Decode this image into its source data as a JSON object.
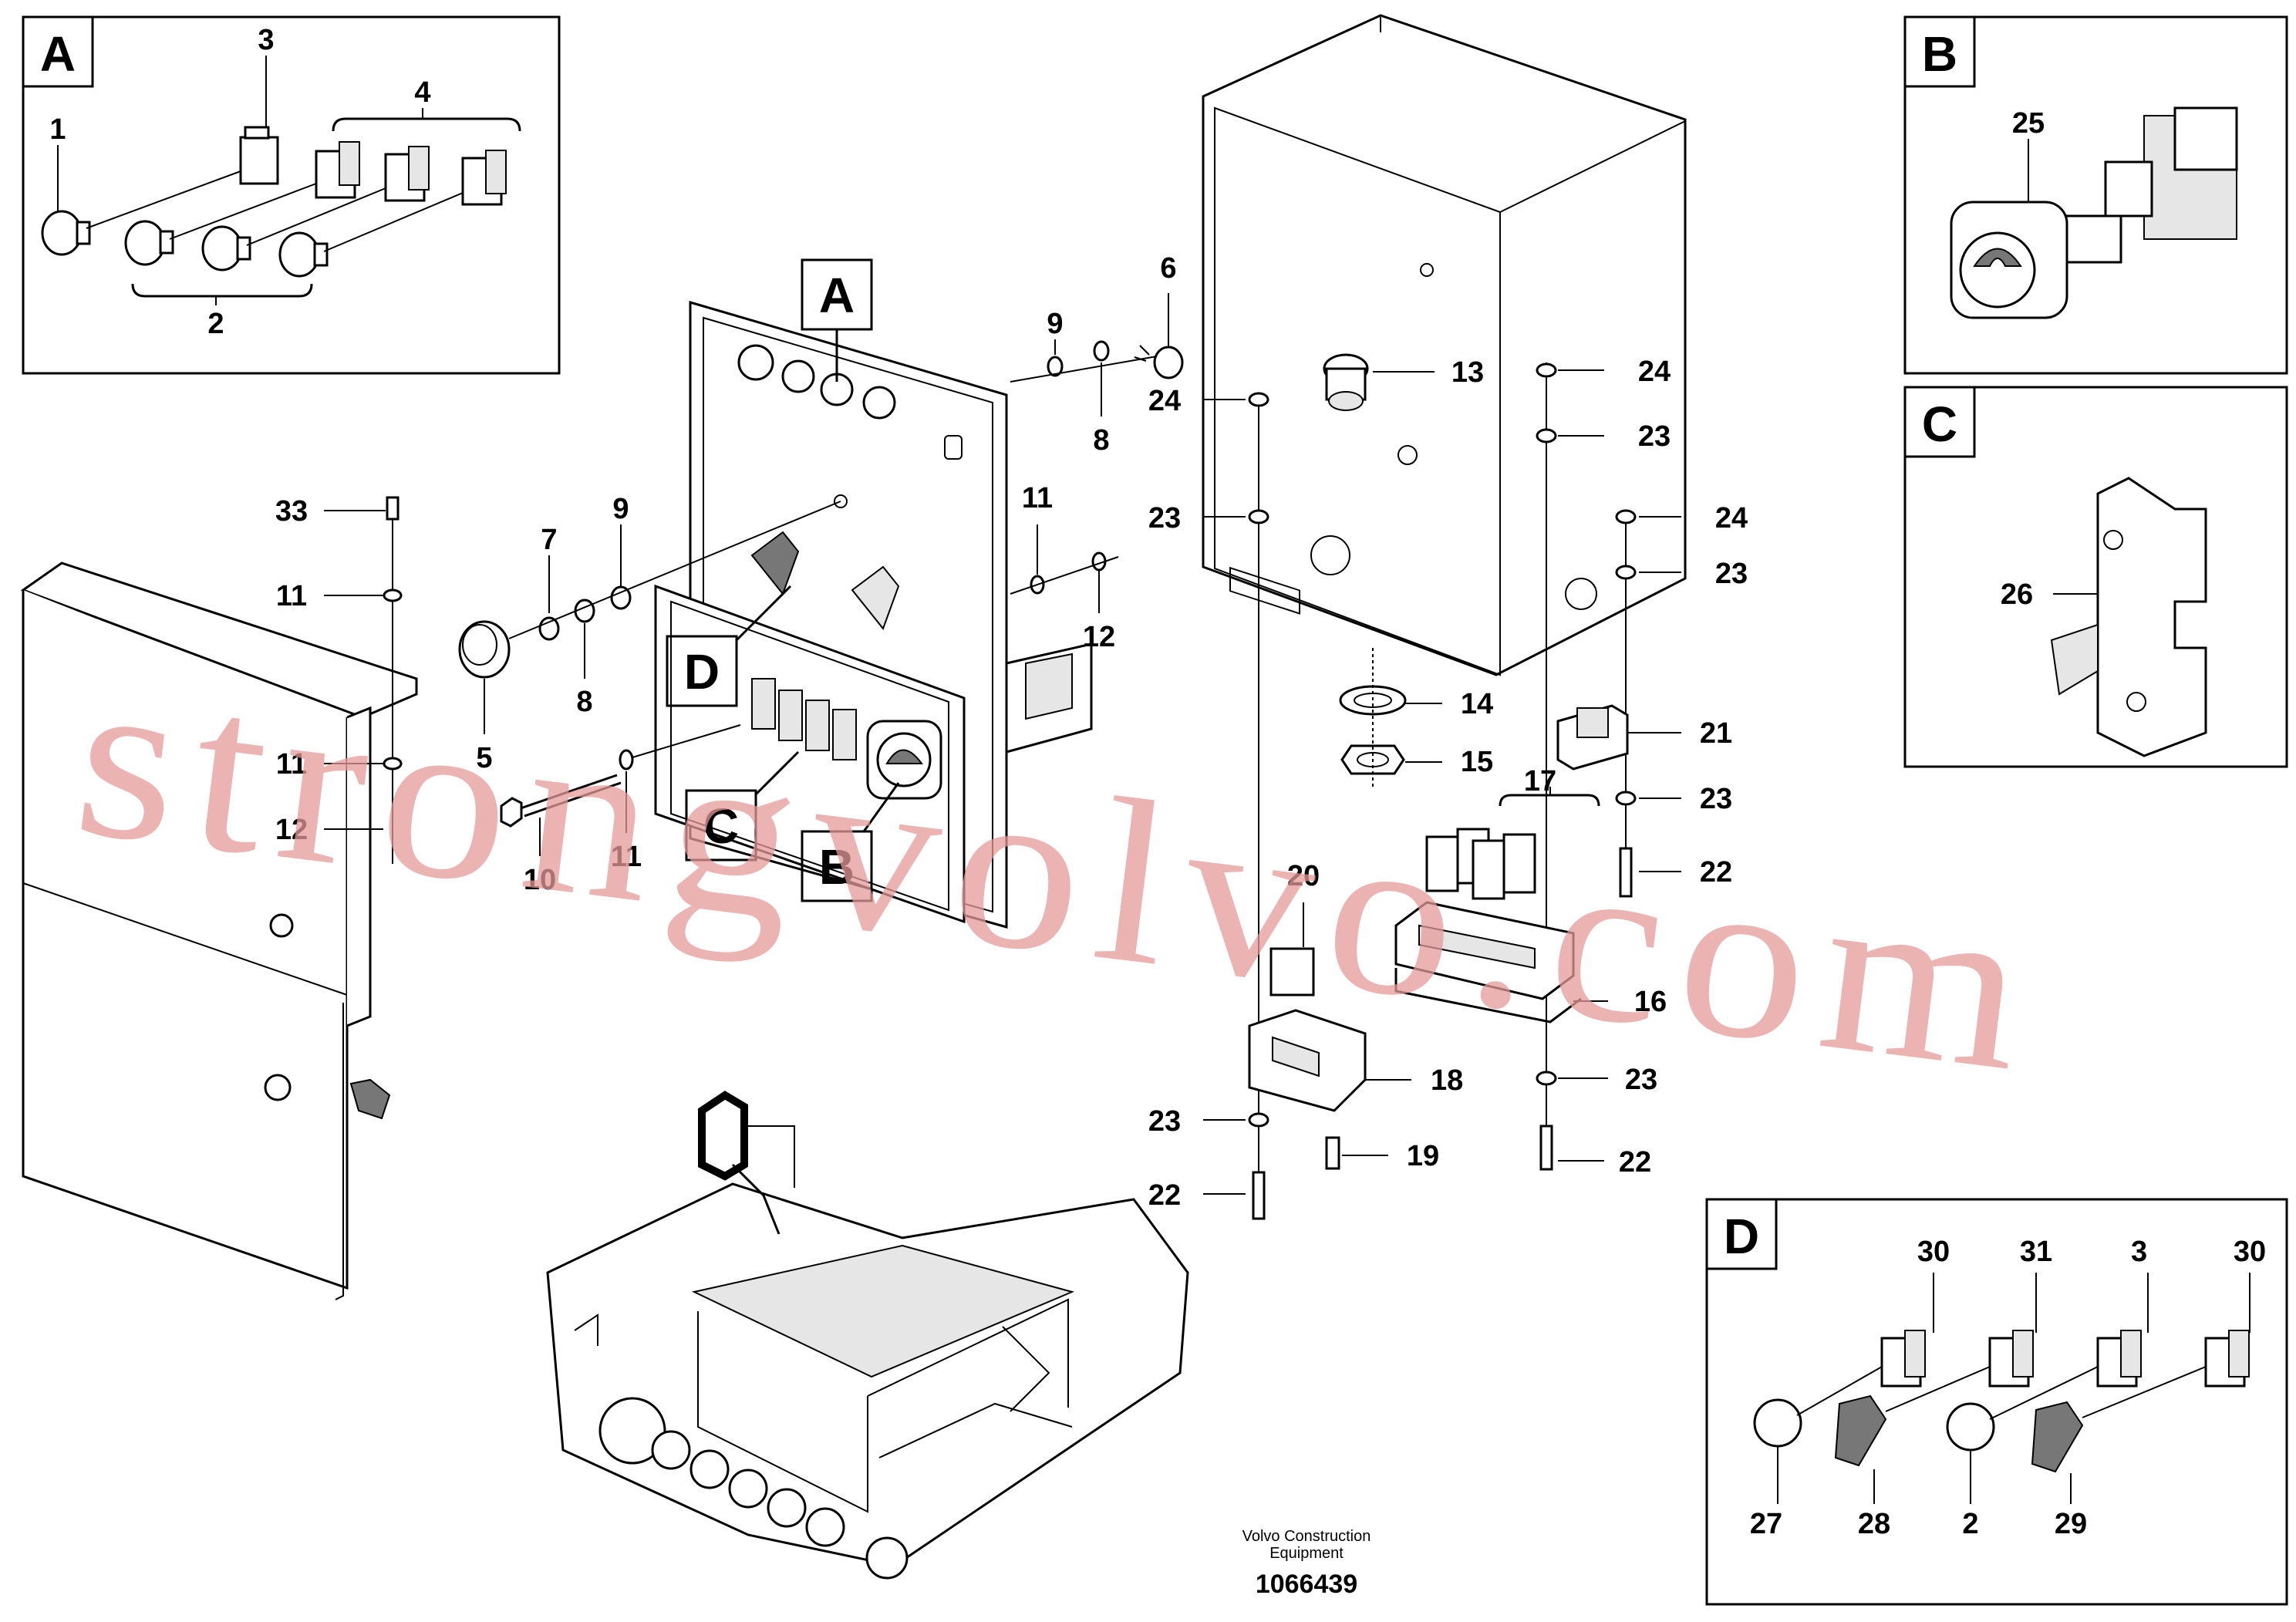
{
  "detail_boxes": {
    "a": "A",
    "b": "B",
    "c": "C",
    "d": "D"
  },
  "callout_labels": {
    "a": "A",
    "b": "B",
    "c": "C",
    "d": "D"
  },
  "part_numbers": {
    "p1": "1",
    "p2": "2",
    "p3": "3",
    "p4": "4",
    "p5": "5",
    "p6": "6",
    "p7": "7",
    "p8": "8",
    "p9": "9",
    "p10": "10",
    "p11": "11",
    "p12": "12",
    "p13": "13",
    "p14": "14",
    "p15": "15",
    "p16": "16",
    "p17": "17",
    "p19": "19",
    "p20": "20",
    "p21": "21",
    "p22": "22",
    "p23": "23",
    "p24": "24",
    "p25": "25",
    "p26": "26",
    "p27": "27",
    "p28": "28",
    "p29": "29",
    "p30": "30",
    "p31": "31",
    "p33": "33",
    "p18_partial": "18",
    "p3_partial": "3"
  },
  "footer": {
    "company_line1": "Volvo Construction",
    "company_line2": "Equipment",
    "document_number": "1066439"
  },
  "watermark": "strongvolvo.com"
}
